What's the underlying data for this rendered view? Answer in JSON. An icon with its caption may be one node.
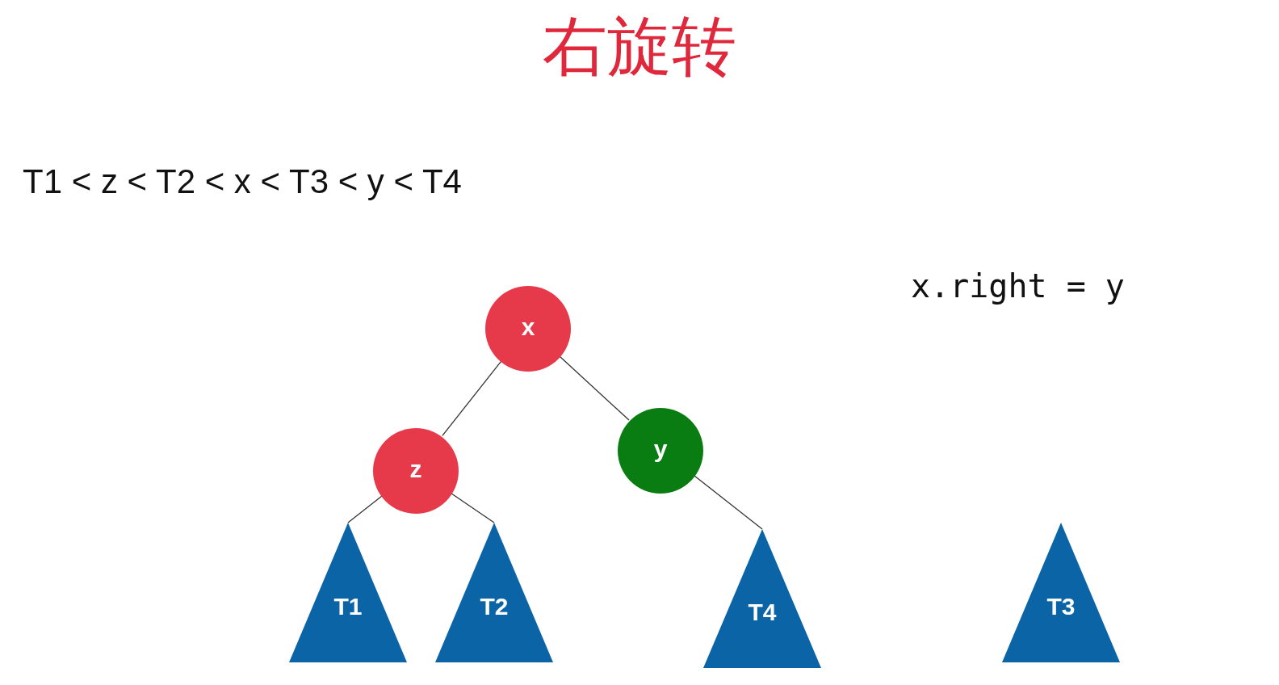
{
  "diagram": {
    "title": "右旋转",
    "nodes": [
      {
        "text": [
          "x"
        ]
      },
      {
        "text": [
          "z"
        ]
      },
      {
        "text": [
          "y"
        ]
      },
      {
        "text": [
          "T1"
        ]
      },
      {
        "text": [
          "T2"
        ]
      },
      {
        "text": [
          "T4"
        ]
      },
      {
        "text": [
          "T3"
        ]
      }
    ],
    "edges": [
      {
        "from": 0,
        "to": 1,
        "arrow": "none"
      },
      {
        "from": 0,
        "to": 2,
        "arrow": "none"
      },
      {
        "from": 1,
        "to": 3,
        "arrow": "none"
      },
      {
        "from": 1,
        "to": 4,
        "arrow": "none"
      },
      {
        "from": 2,
        "to": 5,
        "arrow": "none"
      }
    ],
    "labels": [
      "T1 < z < T2 < x < T3 < y < T4",
      "x.right = y"
    ]
  }
}
